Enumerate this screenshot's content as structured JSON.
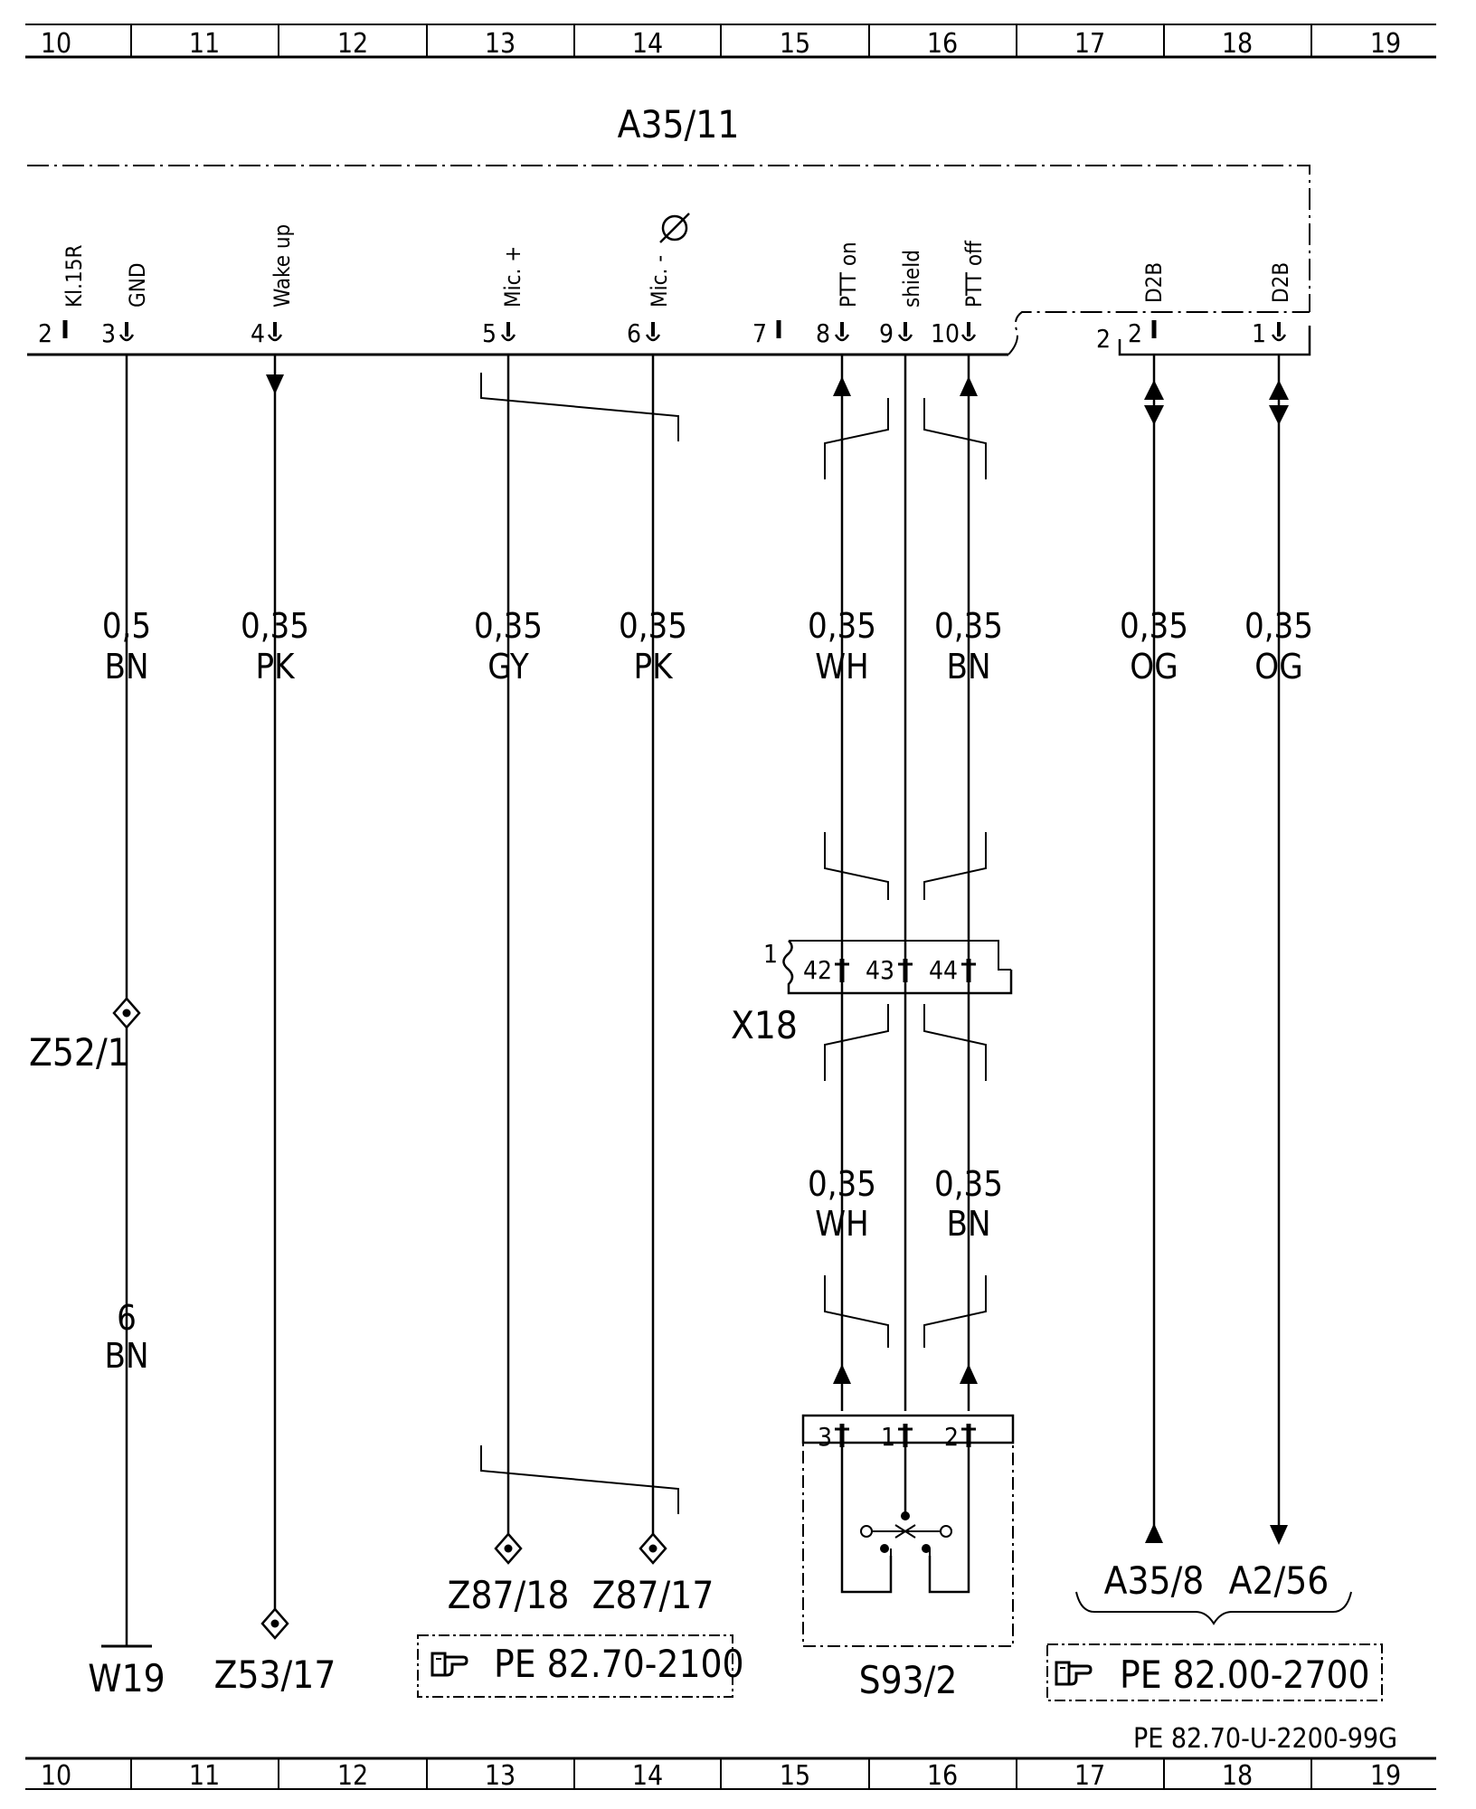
{
  "ruler": {
    "top": [
      "10",
      "11",
      "12",
      "13",
      "14",
      "15",
      "16",
      "17",
      "18",
      "19"
    ],
    "bottom": [
      "10",
      "11",
      "12",
      "13",
      "14",
      "15",
      "16",
      "17",
      "18",
      "19"
    ]
  },
  "module": {
    "id": "A35/11",
    "pins": [
      {
        "pin": "2",
        "signal": "Kl.15R"
      },
      {
        "pin": "3",
        "signal": "GND"
      },
      {
        "pin": "4",
        "signal": "Wake up"
      },
      {
        "pin": "5",
        "signal": "Mic. +"
      },
      {
        "pin": "6",
        "signal": "Mic. -"
      },
      {
        "pin": "7",
        "signal": ""
      },
      {
        "pin": "8",
        "signal": "PTT on"
      },
      {
        "pin": "9",
        "signal": "shield"
      },
      {
        "pin": "10",
        "signal": "PTT off"
      }
    ],
    "connector2": {
      "label": "2",
      "pins": [
        {
          "pin": "2",
          "signal": "D2B"
        },
        {
          "pin": "1",
          "signal": "D2B"
        }
      ]
    }
  },
  "wires": [
    {
      "size": "0,5",
      "color": "BN"
    },
    {
      "size": "0,35",
      "color": "PK"
    },
    {
      "size": "0,35",
      "color": "GY"
    },
    {
      "size": "0,35",
      "color": "PK"
    },
    {
      "size": "0,35",
      "color": "WH"
    },
    {
      "size": "0,35",
      "color": "BN"
    },
    {
      "size": "0,35",
      "color": "OG"
    },
    {
      "size": "0,35",
      "color": "OG"
    }
  ],
  "x18": {
    "id": "X18",
    "label": "1",
    "pins": [
      "42",
      "43",
      "44"
    ],
    "wires_below": [
      {
        "size": "0,35",
        "color": "WH"
      },
      {
        "size": "0,35",
        "color": "BN"
      }
    ]
  },
  "ground_wire": {
    "size": "6",
    "color": "BN"
  },
  "splices": {
    "z52": "Z52/1",
    "z53": "Z53/17",
    "z87_18": "Z87/18",
    "z87_17": "Z87/17"
  },
  "ground": "W19",
  "switch": {
    "id": "S93/2",
    "pins": [
      "3",
      "1",
      "2"
    ]
  },
  "targets": [
    "A35/8",
    "A2/56"
  ],
  "refs": {
    "left": "PE  82.70-2100",
    "right": "PE  82.00-2700"
  },
  "doc_number": "PE  82.70-U-2200-99G"
}
